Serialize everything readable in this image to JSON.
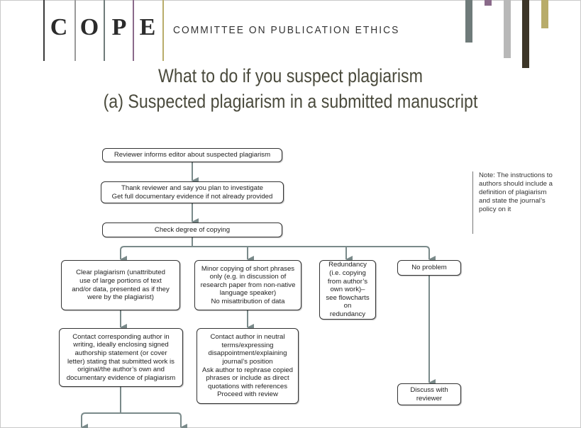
{
  "header": {
    "logo_letters": [
      "C",
      "O",
      "P",
      "E"
    ],
    "org_name": "COMMITTEE ON PUBLICATION ETHICS",
    "colors": {
      "bar_dark": "#3a3a3a",
      "bar_olive": "#b8ac6a",
      "bar_gray": "#9a9a9a",
      "bar_steel": "#6f7b7a",
      "bar_purple": "#8a6a8a",
      "bar_light_gray": "#b8b8b8",
      "bar_brown": "#3d3628"
    }
  },
  "title": {
    "line1": "What to do if you suspect plagiarism",
    "line2": "(a) Suspected plagiarism in a submitted manuscript"
  },
  "flowchart": {
    "step1": "Reviewer informs editor about suspected plagiarism",
    "step2_line1": "Thank reviewer and say you plan to investigate",
    "step2_line2": "Get full documentary evidence if not already provided",
    "step3": "Check degree of copying",
    "branch_clear": "Clear plagiarism (unattributed use of large portions of text and/or data, presented as if they were by the plagiarist)",
    "branch_minor_line1": "Minor copying of short phrases only (e.g. in discussion of research paper from non-native language speaker)",
    "branch_minor_line2": "No misattribution of data",
    "branch_redundancy": "Redundancy (i.e. copying from author’s own work)– see flowcharts on redundancy",
    "branch_no_problem": "No problem",
    "action_clear": "Contact corresponding author in writing, ideally enclosing signed authorship statement (or cover letter) stating that submitted work is original/the author’s own and documentary evidence of plagiarism",
    "action_minor_line1": "Contact author in neutral terms/expressing disappointment/explaining journal’s position",
    "action_minor_line2": "Ask author to rephrase copied phrases or include as direct quotations with references",
    "action_minor_line3": "Proceed with review",
    "action_no_problem": "Discuss with reviewer",
    "note": "Note: The instructions to authors should include a definition of plagiarism and state the journal’s policy on it",
    "connector_color": "#7a8a8a"
  }
}
